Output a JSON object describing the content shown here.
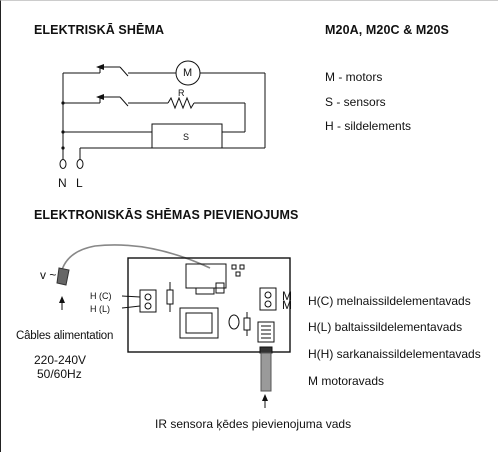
{
  "headings": {
    "schematic_title": "ELEKTRISKĀ SHĒMA",
    "models": "M20A, M20C & M20S",
    "connection_title": "ELEKTRONISKĀS SHĒMAS PIEVIENOJUMS"
  },
  "schematic": {
    "motor_symbol": "M",
    "resistor_label": "R",
    "sensor_label": "S",
    "terminal_n": "N",
    "terminal_l": "L"
  },
  "legend": [
    "M - motors",
    "S - sensors",
    "H - sildelements"
  ],
  "board": {
    "supply_symbol": "v ~",
    "terminal_hc": "H (C)",
    "terminal_hl": "H (L)",
    "right_terminal_mark": "M",
    "cable_caption": "Câbles alimentation",
    "voltage": "220-240V",
    "frequency": "50/60Hz",
    "wires": [
      "H(C) melnaissildelementavads",
      "H(L) baltaissildelementavads",
      "H(H) sarkanaissildelementavads",
      "M motoravads"
    ],
    "sensor_cable_caption": "IR sensora ķēdes pievienojuma vads"
  }
}
